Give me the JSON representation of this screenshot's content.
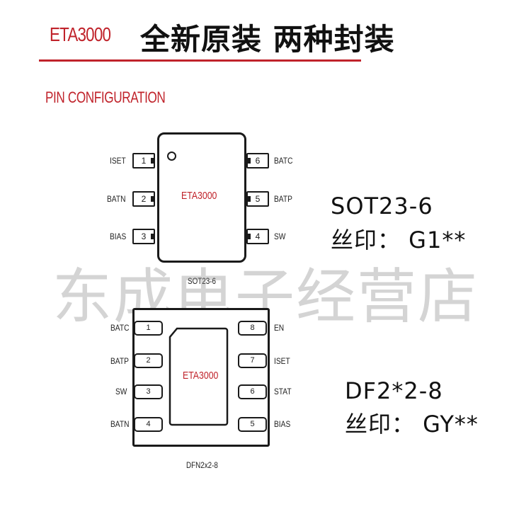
{
  "header": {
    "chip_name": "ETA3000",
    "headline": "全新原装 两种封装",
    "accent_color": "#c0232b"
  },
  "section_title": "PIN CONFIGURATION",
  "watermark": "东成电子经营店",
  "sot23": {
    "chip_label": "ETA3000",
    "caption": "SOT23-6",
    "left_pins": [
      {
        "number": "1",
        "name": "ISET"
      },
      {
        "number": "2",
        "name": "BATN"
      },
      {
        "number": "3",
        "name": "BIAS"
      }
    ],
    "right_pins": [
      {
        "number": "6",
        "name": "BATC"
      },
      {
        "number": "5",
        "name": "BATP"
      },
      {
        "number": "4",
        "name": "SW"
      }
    ],
    "package_text": "SOT23-6",
    "marking_text": "丝印： G1**"
  },
  "dfn": {
    "chip_label": "ETA3000",
    "caption": "DFN2x2-8",
    "left_pins": [
      {
        "number": "1",
        "name": "BATC"
      },
      {
        "number": "2",
        "name": "BATP"
      },
      {
        "number": "3",
        "name": "SW"
      },
      {
        "number": "4",
        "name": "BATN"
      }
    ],
    "right_pins": [
      {
        "number": "8",
        "name": "EN"
      },
      {
        "number": "7",
        "name": "ISET"
      },
      {
        "number": "6",
        "name": "STAT"
      },
      {
        "number": "5",
        "name": "BIAS"
      }
    ],
    "package_text": "DF2*2-8",
    "marking_text": "丝印： GY**"
  }
}
